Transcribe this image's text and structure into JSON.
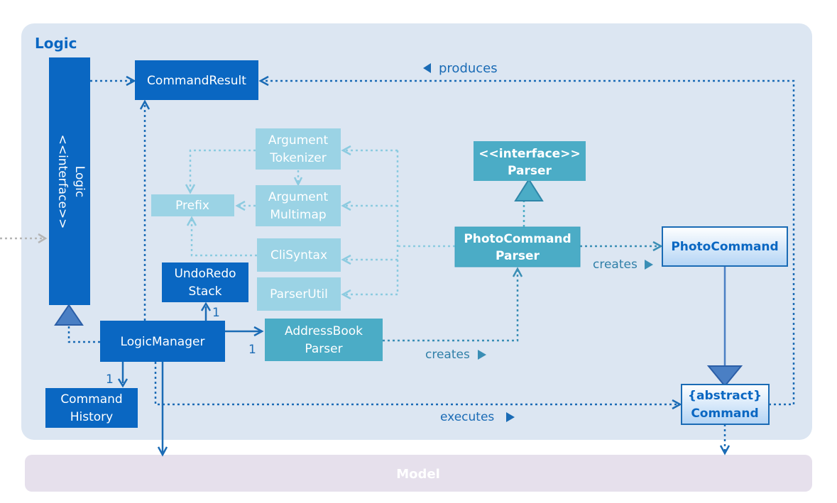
{
  "package": {
    "label": "Logic"
  },
  "model": {
    "label": "Model"
  },
  "nodes": {
    "logic_interface": {
      "stereotype": "<<interface>>",
      "name": "Logic"
    },
    "command_result": {
      "lines": [
        "CommandResult"
      ]
    },
    "logic_manager": {
      "lines": [
        "LogicManager"
      ]
    },
    "undo_redo_stack": {
      "lines": [
        "UndoRedo",
        "Stack"
      ]
    },
    "command_history": {
      "lines": [
        "Command",
        "History"
      ]
    },
    "address_book_parser": {
      "lines": [
        "AddressBook",
        "Parser"
      ]
    },
    "argument_tokenizer": {
      "lines": [
        "Argument",
        "Tokenizer"
      ]
    },
    "argument_multimap": {
      "lines": [
        "Argument",
        "Multimap"
      ]
    },
    "prefix": {
      "lines": [
        "Prefix"
      ]
    },
    "cli_syntax": {
      "lines": [
        "CliSyntax"
      ]
    },
    "parser_util": {
      "lines": [
        "ParserUtil"
      ]
    },
    "parser_interface": {
      "lines": [
        "<<interface>>",
        "Parser"
      ]
    },
    "photo_command_parser": {
      "lines": [
        "PhotoCommand",
        "Parser"
      ]
    },
    "photo_command": {
      "lines": [
        "PhotoCommand"
      ]
    },
    "abstract_command": {
      "lines": [
        "{abstract}",
        "Command"
      ]
    }
  },
  "edge_labels": {
    "produces": "produces",
    "creates_photo": "creates",
    "creates_address": "creates",
    "executes": "executes"
  },
  "multiplicities": {
    "undo_redo": "1",
    "command_history": "1",
    "address_book": "1"
  },
  "colors": {
    "package_bg": "#dce6f2",
    "model_bg": "#e6e0ec",
    "dark_blue": "#0a67c2",
    "medium_teal": "#4bacc6",
    "light_teal": "#9bd3e5",
    "light_teal_line": "#8ccbe0",
    "command_fill_top": "#ffffff",
    "command_fill_bottom": "#b3d4f5",
    "arrow_dark": "#1a6bb5",
    "arrow_teal": "#3a8eb5"
  }
}
